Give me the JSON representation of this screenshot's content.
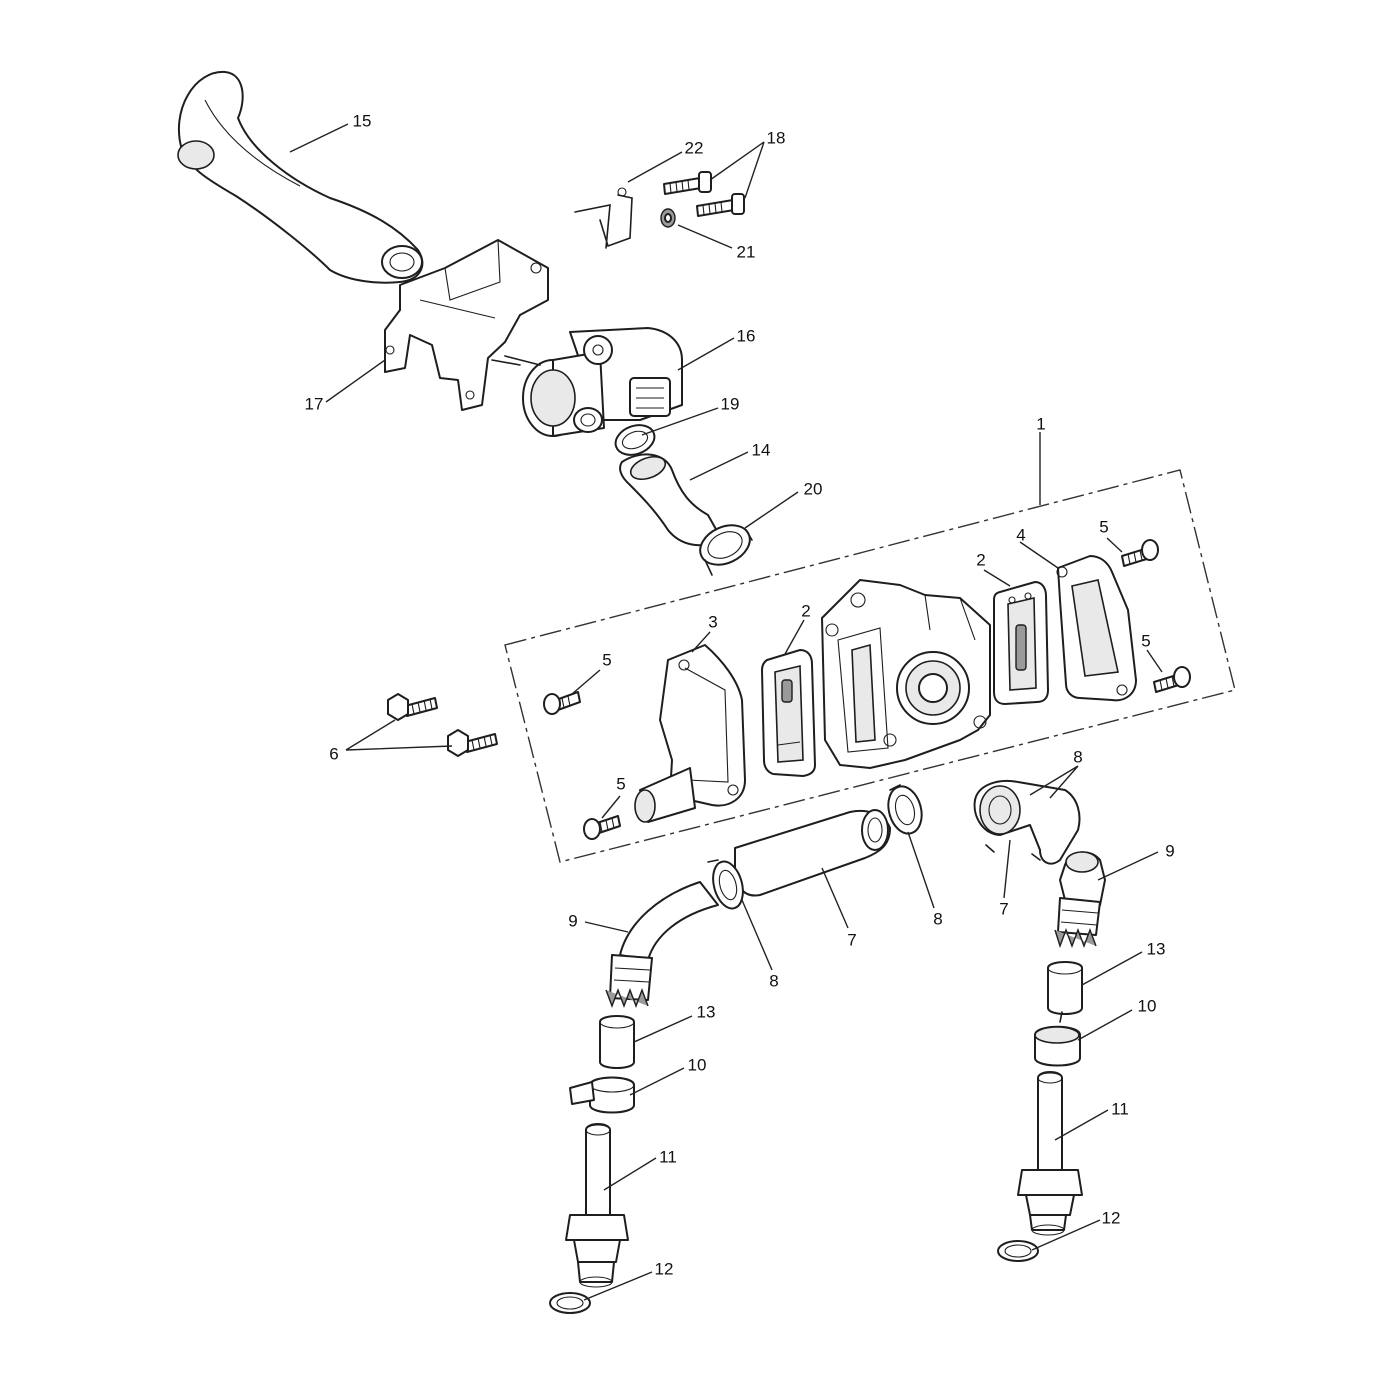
{
  "callouts": {
    "c1": "1",
    "c2a": "2",
    "c2b": "2",
    "c3": "3",
    "c4": "4",
    "c5a": "5",
    "c5b": "5",
    "c5c": "5",
    "c5d": "5",
    "c6": "6",
    "c7a": "7",
    "c7b": "7",
    "c8a": "8",
    "c8b": "8",
    "c8c": "8",
    "c9a": "9",
    "c9b": "9",
    "c10a": "10",
    "c10b": "10",
    "c11a": "11",
    "c11b": "11",
    "c12a": "12",
    "c12b": "12",
    "c13a": "13",
    "c13b": "13",
    "c14": "14",
    "c15": "15",
    "c16": "16",
    "c17": "17",
    "c18": "18",
    "c19": "19",
    "c20": "20",
    "c21": "21",
    "c22": "22"
  }
}
